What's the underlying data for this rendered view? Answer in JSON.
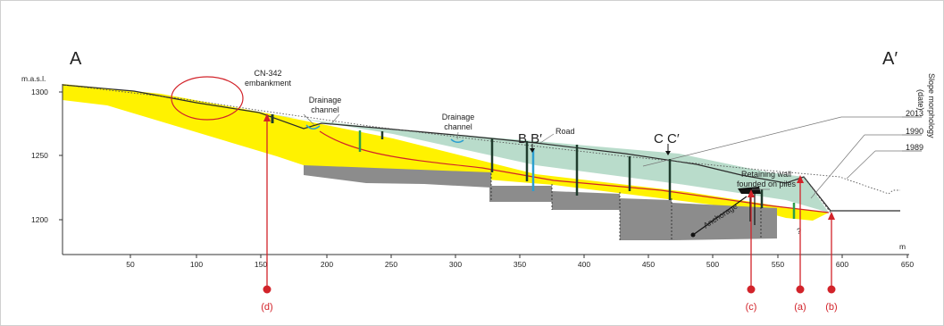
{
  "section": {
    "start_label": "A",
    "end_label": "A′"
  },
  "y_axis": {
    "unit": "m.a.s.l.",
    "ticks": [
      "1300",
      "1250",
      "1200"
    ]
  },
  "x_axis": {
    "unit": "m",
    "ticks": [
      "50",
      "100",
      "150",
      "200",
      "250",
      "300",
      "350",
      "400",
      "450",
      "500",
      "550",
      "600",
      "650"
    ]
  },
  "annotations": {
    "embankment": [
      "CN-342",
      "embankment"
    ],
    "drainage_left": [
      "Drainage",
      "channel"
    ],
    "drainage_mid": [
      "Drainage",
      "channel"
    ],
    "road": "Road",
    "section_b": "B B′",
    "section_c": "C C′",
    "retaining_wall": [
      "Retaining wall",
      "founded on piles"
    ],
    "anchorage": "Anchorage",
    "question": "?"
  },
  "slope_morphology": {
    "title": "Slope morphology",
    "subtitle": "(date)",
    "years": [
      "2013",
      "1990",
      "1989"
    ]
  },
  "markers": [
    "(d)",
    "(c)",
    "(a)",
    "(b)"
  ],
  "colors": {
    "deposit": "#fff200",
    "landslide": "#b9dccb",
    "bedrock": "#8c8c8c",
    "marker": "#d2232a",
    "shear_surface": "#d2232a"
  }
}
